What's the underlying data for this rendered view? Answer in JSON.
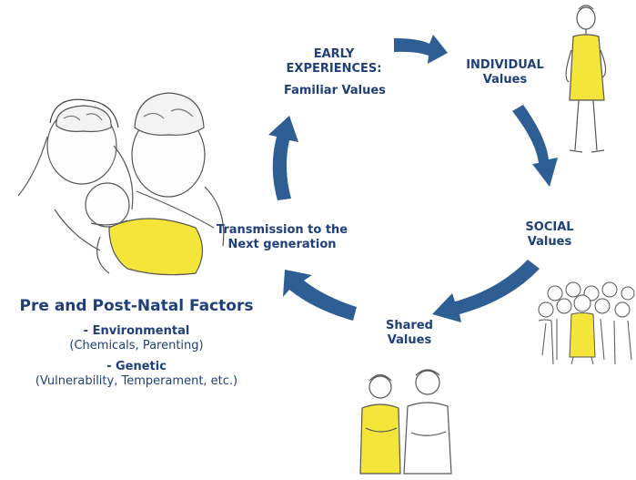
{
  "cycle": {
    "early_title": "EARLY EXPERIENCES:",
    "early_sub": "Familiar Values",
    "individual": "INDIVIDUAL Values",
    "social": "SOCIAL Values",
    "shared": "Shared Values",
    "transmission": "Transmission to the Next generation"
  },
  "factors": {
    "heading": "Pre and Post-Natal Factors",
    "environmental_label": "- Environmental",
    "environmental_detail": "(Chemicals, Parenting)",
    "genetic_label": "- Genetic",
    "genetic_detail": "(Vulnerability, Temperament, etc.)"
  },
  "colors": {
    "arrow": "#2e5e93",
    "text": "#1f3f7a",
    "highlight": "#f3e53a",
    "sketch": "#555555"
  }
}
